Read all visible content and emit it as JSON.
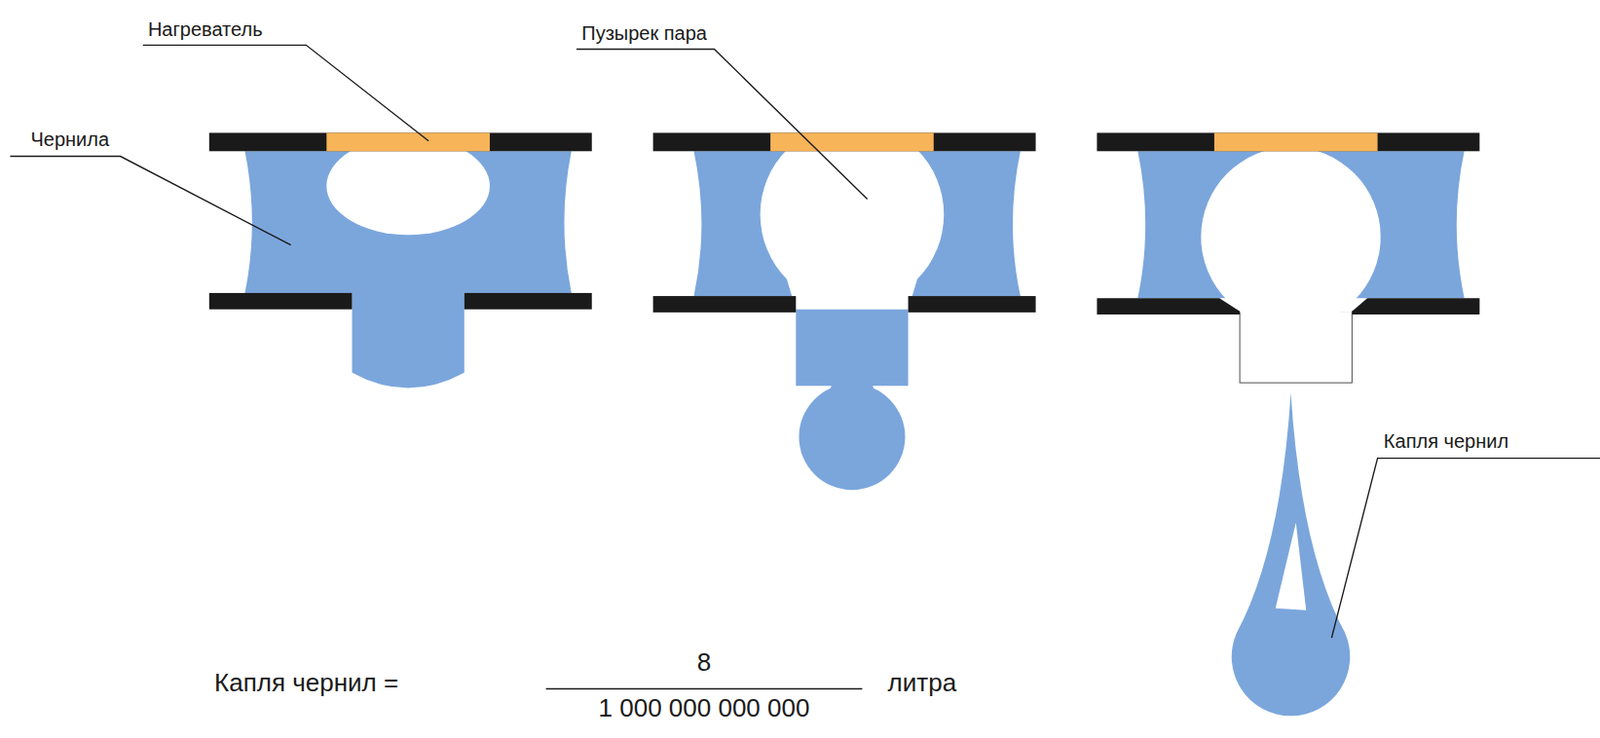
{
  "diagram": {
    "labels": [
      "Нагреватель",
      "Чернила",
      "Пузырек пара",
      "Капля чернил",
      "Капля чернил =",
      "8",
      "1 000 000 000 000",
      "литра"
    ]
  }
}
